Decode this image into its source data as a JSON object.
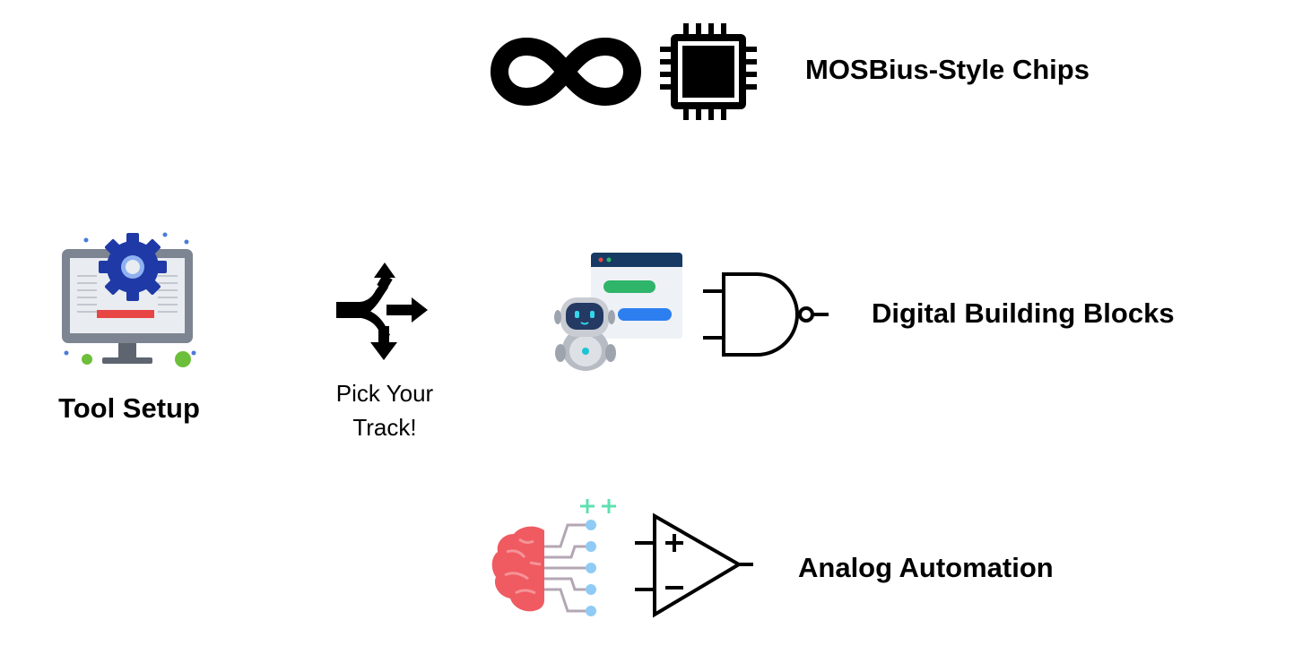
{
  "start": {
    "label": "Tool Setup",
    "icon": "computer-settings-gear-icon"
  },
  "fork": {
    "line1": "Pick Your",
    "line2": "Track!",
    "icon": "split-arrows-icon"
  },
  "tracks": [
    {
      "label": "MOSBius-Style Chips",
      "icons": [
        "infinity-icon",
        "microchip-icon"
      ]
    },
    {
      "label": "Digital Building Blocks",
      "icons": [
        "chatbot-window-icon",
        "nand-gate-icon"
      ]
    },
    {
      "label": "Analog Automation",
      "icons": [
        "brain-circuit-icon",
        "op-amp-icon"
      ]
    }
  ],
  "colors": {
    "gear": "#1f3aa6",
    "monitor": "#7d8592",
    "screen": "#e9ecf0",
    "red_bar": "#e84545",
    "brain": "#ef5b61",
    "circuit_dot": "#8fcbf5",
    "plus": "#5ee0b0",
    "chat_green": "#2fb56a",
    "chat_blue": "#2d7ff0",
    "window_header": "#163a63"
  }
}
